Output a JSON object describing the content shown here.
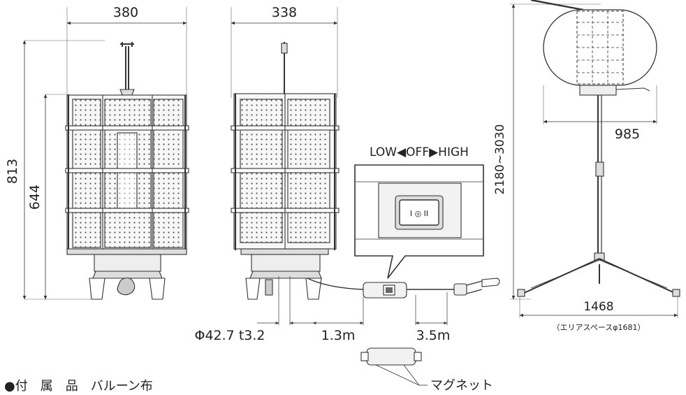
{
  "dimensions": {
    "front_width": "380",
    "side_width": "338",
    "total_height": "813",
    "body_height": "644",
    "stand_height": "2180~3030",
    "balloon_width": "985",
    "stand_span": "1468",
    "area_space": "（エリアスペースφ1681）",
    "pole_spec": "Φ42.7 t3.2",
    "cable_1": "1.3m",
    "cable_2": "3.5m"
  },
  "switch": {
    "label": "LOW◀OFF▶HIGH",
    "face": "I ◎ II"
  },
  "notes": {
    "magnet": "マグネット",
    "accessory": "●付　属　品　バルーン布"
  },
  "colors": {
    "line": "#333333",
    "light": "#888888",
    "panel": "#f4f4f4"
  }
}
